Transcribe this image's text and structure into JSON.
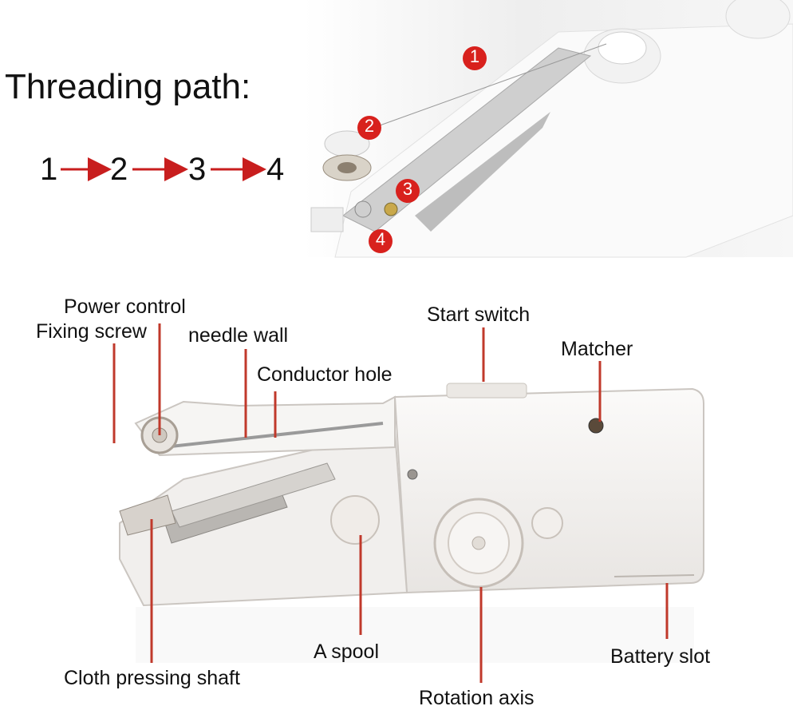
{
  "threading": {
    "title": "Threading path:",
    "steps": [
      "1",
      "2",
      "3",
      "4"
    ],
    "markers": [
      "1",
      "2",
      "3",
      "4"
    ]
  },
  "colors": {
    "marker_red": "#d8211d",
    "arrow_red": "#c81e1e",
    "leader_red": "#c0392b",
    "machine_body": "#f3f1ef",
    "machine_shadow": "#dcd8d4"
  },
  "labels": {
    "power_control": "Power control",
    "fixing_screw": "Fixing screw",
    "needle_wall": "needle wall",
    "conductor_hole": "Conductor hole",
    "start_switch": "Start switch",
    "matcher": "Matcher",
    "a_spool": "A spool",
    "battery_slot": "Battery slot",
    "cloth_pressing_shaft": "Cloth pressing shaft",
    "rotation_axis": "Rotation axis"
  }
}
